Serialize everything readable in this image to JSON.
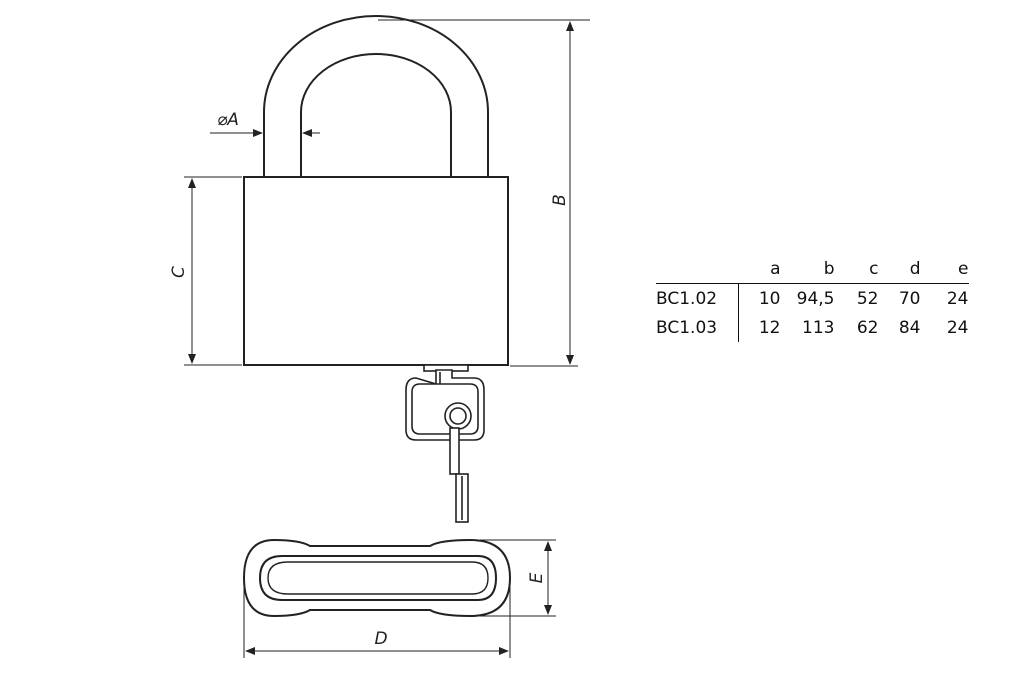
{
  "dimension_labels": {
    "shackle_diameter": "⌀A",
    "total_height": "B",
    "body_height": "C",
    "body_width": "D",
    "body_thickness": "E"
  },
  "spec_table": {
    "columns": [
      "a",
      "b",
      "c",
      "d",
      "e"
    ],
    "rows": [
      {
        "model": "BC1.02",
        "values": [
          "10",
          "94,5",
          "52",
          "70",
          "24"
        ]
      },
      {
        "model": "BC1.03",
        "values": [
          "12",
          "113",
          "62",
          "84",
          "24"
        ]
      }
    ]
  }
}
